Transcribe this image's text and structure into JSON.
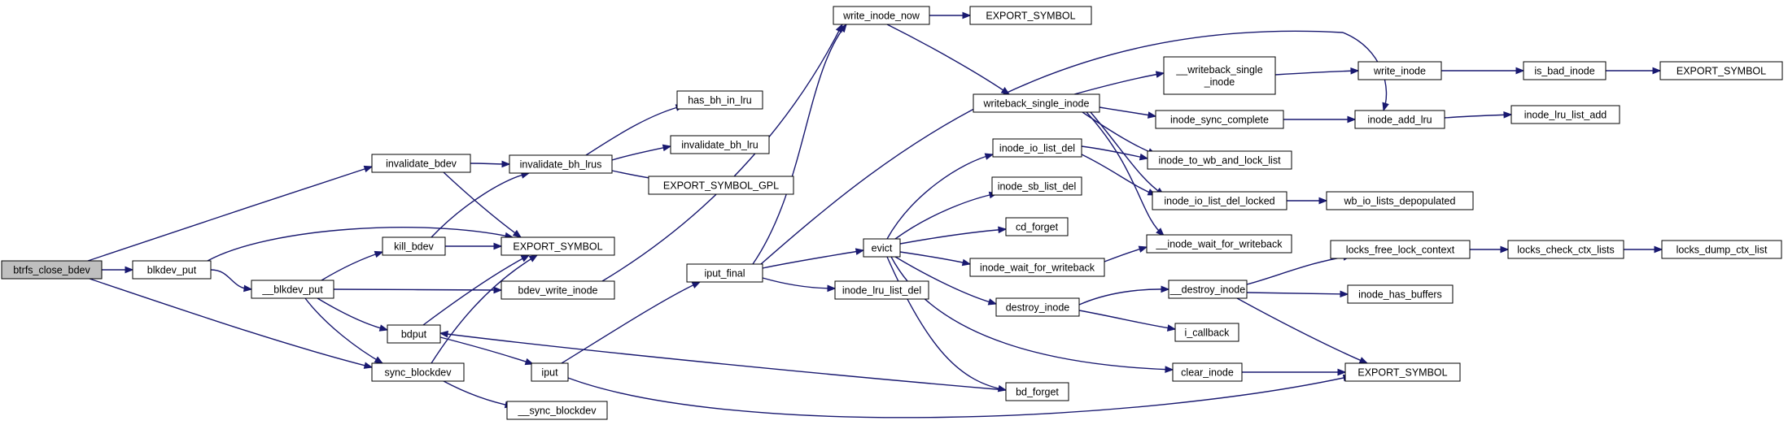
{
  "graph": {
    "nodes": [
      {
        "id": "btrfs_close_bdev",
        "label": [
          "btrfs_close_bdev"
        ],
        "root": true
      },
      {
        "id": "invalidate_bdev",
        "label": [
          "invalidate_bdev"
        ]
      },
      {
        "id": "blkdev_put",
        "label": [
          "blkdev_put"
        ]
      },
      {
        "id": "__blkdev_put",
        "label": [
          "__blkdev_put"
        ]
      },
      {
        "id": "kill_bdev",
        "label": [
          "kill_bdev"
        ]
      },
      {
        "id": "bdput",
        "label": [
          "bdput"
        ]
      },
      {
        "id": "sync_blockdev",
        "label": [
          "sync_blockdev"
        ]
      },
      {
        "id": "invalidate_bh_lrus",
        "label": [
          "invalidate_bh_lrus"
        ]
      },
      {
        "id": "export_symbol_1",
        "label": [
          "EXPORT_SYMBOL"
        ]
      },
      {
        "id": "bdev_write_inode",
        "label": [
          "bdev_write_inode"
        ]
      },
      {
        "id": "iput",
        "label": [
          "iput"
        ]
      },
      {
        "id": "__sync_blockdev",
        "label": [
          "__sync_blockdev"
        ]
      },
      {
        "id": "has_bh_in_lru",
        "label": [
          "has_bh_in_lru"
        ]
      },
      {
        "id": "invalidate_bh_lru",
        "label": [
          "invalidate_bh_lru"
        ]
      },
      {
        "id": "export_symbol_gpl",
        "label": [
          "EXPORT_SYMBOL_GPL"
        ]
      },
      {
        "id": "iput_final",
        "label": [
          "iput_final"
        ]
      },
      {
        "id": "write_inode_now",
        "label": [
          "write_inode_now"
        ]
      },
      {
        "id": "export_symbol_2",
        "label": [
          "EXPORT_SYMBOL"
        ]
      },
      {
        "id": "evict",
        "label": [
          "evict"
        ]
      },
      {
        "id": "inode_lru_list_del",
        "label": [
          "inode_lru_list_del"
        ]
      },
      {
        "id": "writeback_single_inode",
        "label": [
          "writeback_single_inode"
        ]
      },
      {
        "id": "inode_io_list_del",
        "label": [
          "inode_io_list_del"
        ]
      },
      {
        "id": "inode_sb_list_del",
        "label": [
          "inode_sb_list_del"
        ]
      },
      {
        "id": "cd_forget",
        "label": [
          "cd_forget"
        ]
      },
      {
        "id": "inode_wait_for_writeback",
        "label": [
          "inode_wait_for_writeback"
        ]
      },
      {
        "id": "destroy_inode",
        "label": [
          "destroy_inode"
        ]
      },
      {
        "id": "clear_inode",
        "label": [
          "clear_inode"
        ]
      },
      {
        "id": "bd_forget",
        "label": [
          "bd_forget"
        ]
      },
      {
        "id": "i_callback",
        "label": [
          "i_callback"
        ]
      },
      {
        "id": "__writeback_single_inode",
        "label": [
          "__writeback_single",
          "_inode"
        ]
      },
      {
        "id": "inode_sync_complete",
        "label": [
          "inode_sync_complete"
        ]
      },
      {
        "id": "inode_to_wb_and_lock_list",
        "label": [
          "inode_to_wb_and_lock_list"
        ]
      },
      {
        "id": "inode_io_list_del_locked",
        "label": [
          "inode_io_list_del_locked"
        ]
      },
      {
        "id": "__inode_wait_for_writeback",
        "label": [
          "__inode_wait_for_writeback"
        ]
      },
      {
        "id": "__destroy_inode",
        "label": [
          "__destroy_inode"
        ]
      },
      {
        "id": "locks_free_lock_context",
        "label": [
          "locks_free_lock_context"
        ]
      },
      {
        "id": "inode_has_buffers",
        "label": [
          "inode_has_buffers"
        ]
      },
      {
        "id": "export_symbol_3",
        "label": [
          "EXPORT_SYMBOL"
        ]
      },
      {
        "id": "write_inode",
        "label": [
          "write_inode"
        ]
      },
      {
        "id": "inode_add_lru",
        "label": [
          "inode_add_lru"
        ]
      },
      {
        "id": "wb_io_lists_depopulated",
        "label": [
          "wb_io_lists_depopulated"
        ]
      },
      {
        "id": "is_bad_inode",
        "label": [
          "is_bad_inode"
        ]
      },
      {
        "id": "inode_lru_list_add",
        "label": [
          "inode_lru_list_add"
        ]
      },
      {
        "id": "locks_check_ctx_lists",
        "label": [
          "locks_check_ctx_lists"
        ]
      },
      {
        "id": "export_symbol_4",
        "label": [
          "EXPORT_SYMBOL"
        ]
      },
      {
        "id": "locks_dump_ctx_list",
        "label": [
          "locks_dump_ctx_list"
        ]
      }
    ],
    "edges": [
      [
        "btrfs_close_bdev",
        "invalidate_bdev"
      ],
      [
        "btrfs_close_bdev",
        "blkdev_put"
      ],
      [
        "btrfs_close_bdev",
        "sync_blockdev"
      ],
      [
        "invalidate_bdev",
        "invalidate_bh_lrus"
      ],
      [
        "invalidate_bdev",
        "export_symbol_1"
      ],
      [
        "blkdev_put",
        "__blkdev_put"
      ],
      [
        "blkdev_put",
        "export_symbol_1"
      ],
      [
        "__blkdev_put",
        "kill_bdev"
      ],
      [
        "__blkdev_put",
        "bdev_write_inode"
      ],
      [
        "__blkdev_put",
        "bdput"
      ],
      [
        "__blkdev_put",
        "sync_blockdev"
      ],
      [
        "kill_bdev",
        "invalidate_bh_lrus"
      ],
      [
        "kill_bdev",
        "export_symbol_1"
      ],
      [
        "bdput",
        "export_symbol_1"
      ],
      [
        "bdput",
        "iput"
      ],
      [
        "sync_blockdev",
        "export_symbol_1"
      ],
      [
        "sync_blockdev",
        "__sync_blockdev"
      ],
      [
        "invalidate_bh_lrus",
        "has_bh_in_lru"
      ],
      [
        "invalidate_bh_lrus",
        "invalidate_bh_lru"
      ],
      [
        "invalidate_bh_lrus",
        "export_symbol_gpl"
      ],
      [
        "bdev_write_inode",
        "write_inode_now"
      ],
      [
        "iput",
        "iput_final"
      ],
      [
        "iput",
        "export_symbol_3"
      ],
      [
        "iput_final",
        "write_inode_now"
      ],
      [
        "iput_final",
        "evict"
      ],
      [
        "iput_final",
        "inode_lru_list_del"
      ],
      [
        "iput_final",
        "inode_add_lru"
      ],
      [
        "write_inode_now",
        "export_symbol_2"
      ],
      [
        "write_inode_now",
        "writeback_single_inode"
      ],
      [
        "evict",
        "inode_io_list_del"
      ],
      [
        "evict",
        "inode_sb_list_del"
      ],
      [
        "evict",
        "cd_forget"
      ],
      [
        "evict",
        "inode_wait_for_writeback"
      ],
      [
        "evict",
        "destroy_inode"
      ],
      [
        "evict",
        "clear_inode"
      ],
      [
        "evict",
        "bd_forget"
      ],
      [
        "bd_forget",
        "bdput"
      ],
      [
        "writeback_single_inode",
        "__writeback_single_inode"
      ],
      [
        "writeback_single_inode",
        "inode_sync_complete"
      ],
      [
        "writeback_single_inode",
        "inode_to_wb_and_lock_list"
      ],
      [
        "writeback_single_inode",
        "inode_io_list_del_locked"
      ],
      [
        "writeback_single_inode",
        "__inode_wait_for_writeback"
      ],
      [
        "inode_io_list_del",
        "inode_to_wb_and_lock_list"
      ],
      [
        "inode_io_list_del",
        "inode_io_list_del_locked"
      ],
      [
        "inode_wait_for_writeback",
        "__inode_wait_for_writeback"
      ],
      [
        "destroy_inode",
        "__destroy_inode"
      ],
      [
        "destroy_inode",
        "i_callback"
      ],
      [
        "clear_inode",
        "export_symbol_3"
      ],
      [
        "__writeback_single_inode",
        "write_inode"
      ],
      [
        "inode_sync_complete",
        "inode_add_lru"
      ],
      [
        "inode_io_list_del_locked",
        "wb_io_lists_depopulated"
      ],
      [
        "__destroy_inode",
        "locks_free_lock_context"
      ],
      [
        "__destroy_inode",
        "inode_has_buffers"
      ],
      [
        "__destroy_inode",
        "export_symbol_3"
      ],
      [
        "write_inode",
        "is_bad_inode"
      ],
      [
        "inode_add_lru",
        "inode_lru_list_add"
      ],
      [
        "is_bad_inode",
        "export_symbol_4"
      ],
      [
        "locks_free_lock_context",
        "locks_check_ctx_lists"
      ],
      [
        "locks_check_ctx_lists",
        "locks_dump_ctx_list"
      ]
    ]
  }
}
